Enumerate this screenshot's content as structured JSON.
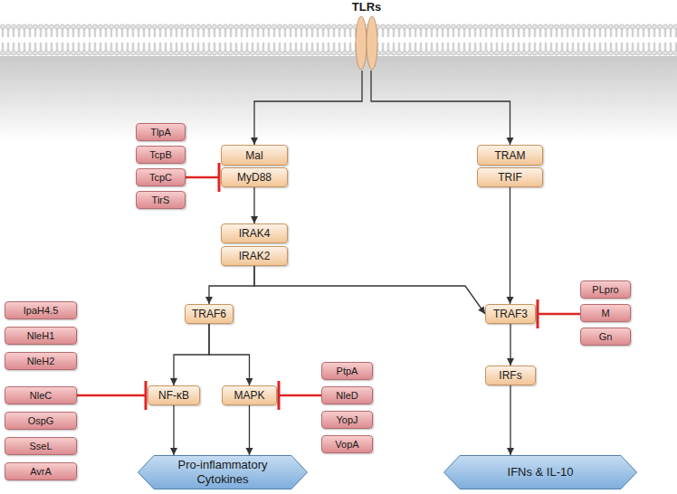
{
  "diagram": {
    "nodes": [
      {
        "text": [
          "TLRs"
        ]
      },
      {
        "text": [
          "Mal"
        ]
      },
      {
        "text": [
          "MyD88"
        ]
      },
      {
        "text": [
          "TRAM"
        ]
      },
      {
        "text": [
          "TRIF"
        ]
      },
      {
        "text": [
          "TlpA"
        ]
      },
      {
        "text": [
          "TcpB"
        ]
      },
      {
        "text": [
          "TcpC"
        ]
      },
      {
        "text": [
          "TirS"
        ]
      },
      {
        "text": [
          "IRAK4"
        ]
      },
      {
        "text": [
          "IRAK2"
        ]
      },
      {
        "text": [
          "TRAF6"
        ]
      },
      {
        "text": [
          "TRAF3"
        ]
      },
      {
        "text": [
          "PLpro"
        ]
      },
      {
        "text": [
          "M"
        ]
      },
      {
        "text": [
          "Gn"
        ]
      },
      {
        "text": [
          "NF-κB"
        ]
      },
      {
        "text": [
          "MAPK"
        ]
      },
      {
        "text": [
          "IpaH4.5"
        ]
      },
      {
        "text": [
          "NleH1"
        ]
      },
      {
        "text": [
          "NleH2"
        ]
      },
      {
        "text": [
          "NleC"
        ]
      },
      {
        "text": [
          "OspG"
        ]
      },
      {
        "text": [
          "SseL"
        ]
      },
      {
        "text": [
          "AvrA"
        ]
      },
      {
        "text": [
          "PtpA"
        ]
      },
      {
        "text": [
          "NleD"
        ]
      },
      {
        "text": [
          "YopJ"
        ]
      },
      {
        "text": [
          "VopA"
        ]
      },
      {
        "text": [
          "IRFs"
        ]
      },
      {
        "text": [
          "Pro-inflammatory Cytokines"
        ]
      },
      {
        "text": [
          "IFNs & IL-10"
        ]
      }
    ],
    "edges": [
      {
        "from": 0,
        "to": 1,
        "arrow": "to"
      },
      {
        "from": 0,
        "to": 3,
        "arrow": "to"
      },
      {
        "from": 2,
        "to": 9,
        "arrow": "to"
      },
      {
        "from": 4,
        "to": 12,
        "arrow": "to"
      },
      {
        "from": 10,
        "to": 11,
        "arrow": "to"
      },
      {
        "from": 10,
        "to": 12,
        "arrow": "to"
      },
      {
        "from": 11,
        "to": 16,
        "arrow": "to"
      },
      {
        "from": 11,
        "to": 17,
        "arrow": "to"
      },
      {
        "from": 12,
        "to": 29,
        "arrow": "to"
      },
      {
        "from": 16,
        "to": 30,
        "arrow": "to"
      },
      {
        "from": 17,
        "to": 30,
        "arrow": "to"
      },
      {
        "from": 29,
        "to": 31,
        "arrow": "to"
      },
      {
        "from": 7,
        "to": 2,
        "arrow": "to"
      },
      {
        "from": 21,
        "to": 16,
        "arrow": "to"
      },
      {
        "from": 26,
        "to": 17,
        "arrow": "to"
      },
      {
        "from": 14,
        "to": 12,
        "arrow": "to"
      }
    ]
  }
}
